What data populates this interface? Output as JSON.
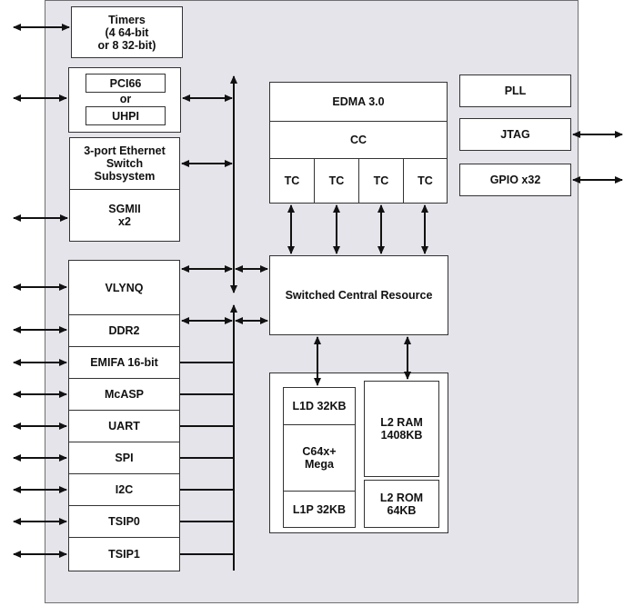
{
  "blocks": {
    "timers": "Timers\n(4 64-bit\nor 8 32-bit)",
    "pci66": "PCI66",
    "or": "or",
    "uhpi": "UHPI",
    "ethernet": "3-port Ethernet\nSwitch\nSubsystem",
    "sgmii": "SGMII\nx2",
    "vlynq": "VLYNQ",
    "ddr2": "DDR2",
    "emifa": "EMIFA 16-bit",
    "mcasp": "McASP",
    "uart": "UART",
    "spi": "SPI",
    "i2c": "I2C",
    "tsip0": "TSIP0",
    "tsip1": "TSIP1",
    "edma": "EDMA 3.0",
    "cc": "CC",
    "tc": [
      "TC",
      "TC",
      "TC",
      "TC"
    ],
    "pll": "PLL",
    "jtag": "JTAG",
    "gpio": "GPIO x32",
    "scr": "Switched Central Resource",
    "l1d": "L1D 32KB",
    "core": "C64x+\nMega",
    "l1p": "L1P 32KB",
    "l2ram": "L2 RAM\n1408KB",
    "l2rom": "L2 ROM\n64KB"
  },
  "colors": {
    "chip_fill": "#e4e4ea",
    "line": "#111111"
  }
}
